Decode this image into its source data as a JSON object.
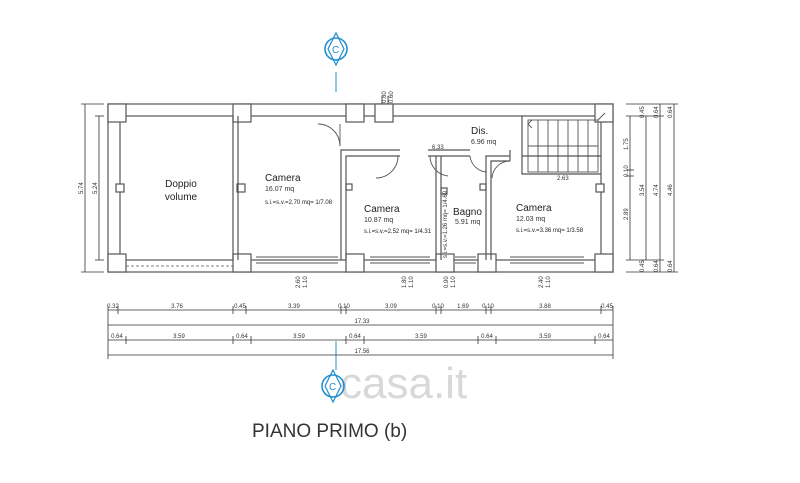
{
  "title": "PIANO PRIMO (b)",
  "watermark": "casa.it",
  "colors": {
    "section_marker": "#1f8fd0",
    "wall": "#555555",
    "line": "#333333",
    "watermark": "#d8d8d8"
  },
  "section_marker_letter": "C",
  "rooms": {
    "doppio_volume": {
      "name_line1": "Doppio",
      "name_line2": "volume"
    },
    "camera1": {
      "name": "Camera",
      "area": "16.07 mq",
      "ratio": "s.i.=s.v.=2.70 mq= 1/7.08"
    },
    "camera2": {
      "name": "Camera",
      "area": "10.87 mq",
      "ratio": "s.i.=s.v.=2.52 mq= 1/4.31"
    },
    "bagno": {
      "name": "Bagno",
      "area": "5.91 mq"
    },
    "camera3": {
      "name": "Camera",
      "area": "12.03 mq",
      "ratio": "s.i.=s.v.=3.36 mq= 1/3.58"
    },
    "dis": {
      "name": "Dis.",
      "area": "6.96 mq"
    }
  },
  "interior_dims": {
    "corridor_width": "6.33",
    "stair_width": "2.63",
    "bagno_vertical_ratio": "s.i.=s.v.=1.26 mq= 1/4.69",
    "top_window_1": "0.80",
    "top_window_2": "0.60"
  },
  "window_dims": [
    {
      "width": "2.60",
      "height": "1.10"
    },
    {
      "width": "1.80",
      "height": "1.10"
    },
    {
      "width": "0.90",
      "height": "1.10"
    },
    {
      "width": "2.40",
      "height": "1.10"
    }
  ],
  "dim_row1": [
    "0.32",
    "3.76",
    "0.45",
    "3.39",
    "0.10",
    "3.09",
    "0.10",
    "1.69",
    "0.10",
    "3.88",
    "0.45"
  ],
  "dim_row2_total": "17.33",
  "dim_row3": [
    "0.64",
    "3.59",
    "0.64",
    "3.59",
    "0.64",
    "3.59",
    "0.64",
    "3.59",
    "0.64"
  ],
  "dim_row4_total": "17.56",
  "left_dims": {
    "outer": "5.74",
    "inner": "5.24"
  },
  "right_dims": {
    "near": [
      "1.75",
      "0.10",
      "2.89"
    ],
    "mid": [
      "0.45",
      "3.54",
      "0.45"
    ],
    "far": [
      "0.64",
      "4.74",
      "0.64"
    ],
    "outer": [
      "0.64",
      "4.46",
      "0.64"
    ]
  }
}
